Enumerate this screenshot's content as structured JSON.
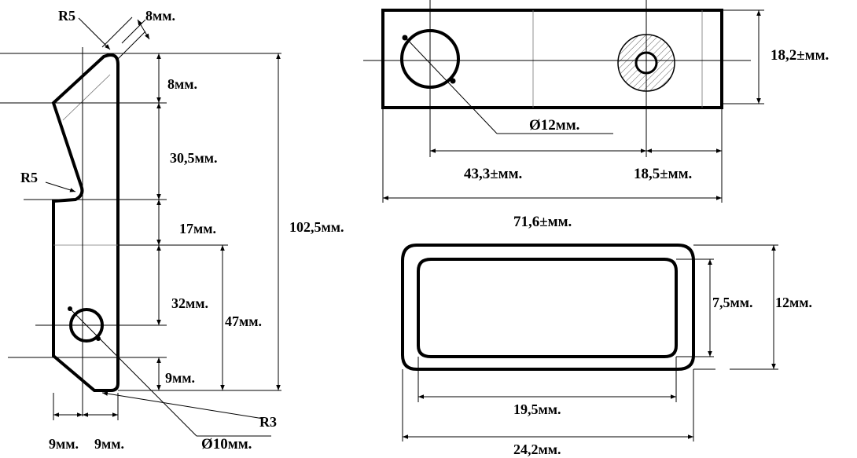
{
  "side_view": {
    "r5_top": "R5",
    "chamfer_8": "8мм.",
    "dim_8": "8мм.",
    "dim_30_5": "30,5мм.",
    "r5_mid": "R5",
    "dim_17": "17мм.",
    "dim_102_5": "102,5мм.",
    "dim_32": "32мм.",
    "dim_47": "47мм.",
    "dim_9_bottom": "9мм.",
    "r3": "R3",
    "bottom_9_left": "9мм.",
    "bottom_9_right": "9мм.",
    "hole_diameter": "Ø10мм."
  },
  "top_view": {
    "dim_18_2": "18,2±мм.",
    "hole_diameter": "Ø12мм.",
    "dim_43_3": "43,3±мм.",
    "dim_18_5": "18,5±мм.",
    "dim_71_6": "71,6±мм."
  },
  "section_view": {
    "dim_7_5": "7,5мм.",
    "dim_12": "12мм.",
    "dim_19_5": "19,5мм.",
    "dim_24_2": "24,2мм."
  }
}
